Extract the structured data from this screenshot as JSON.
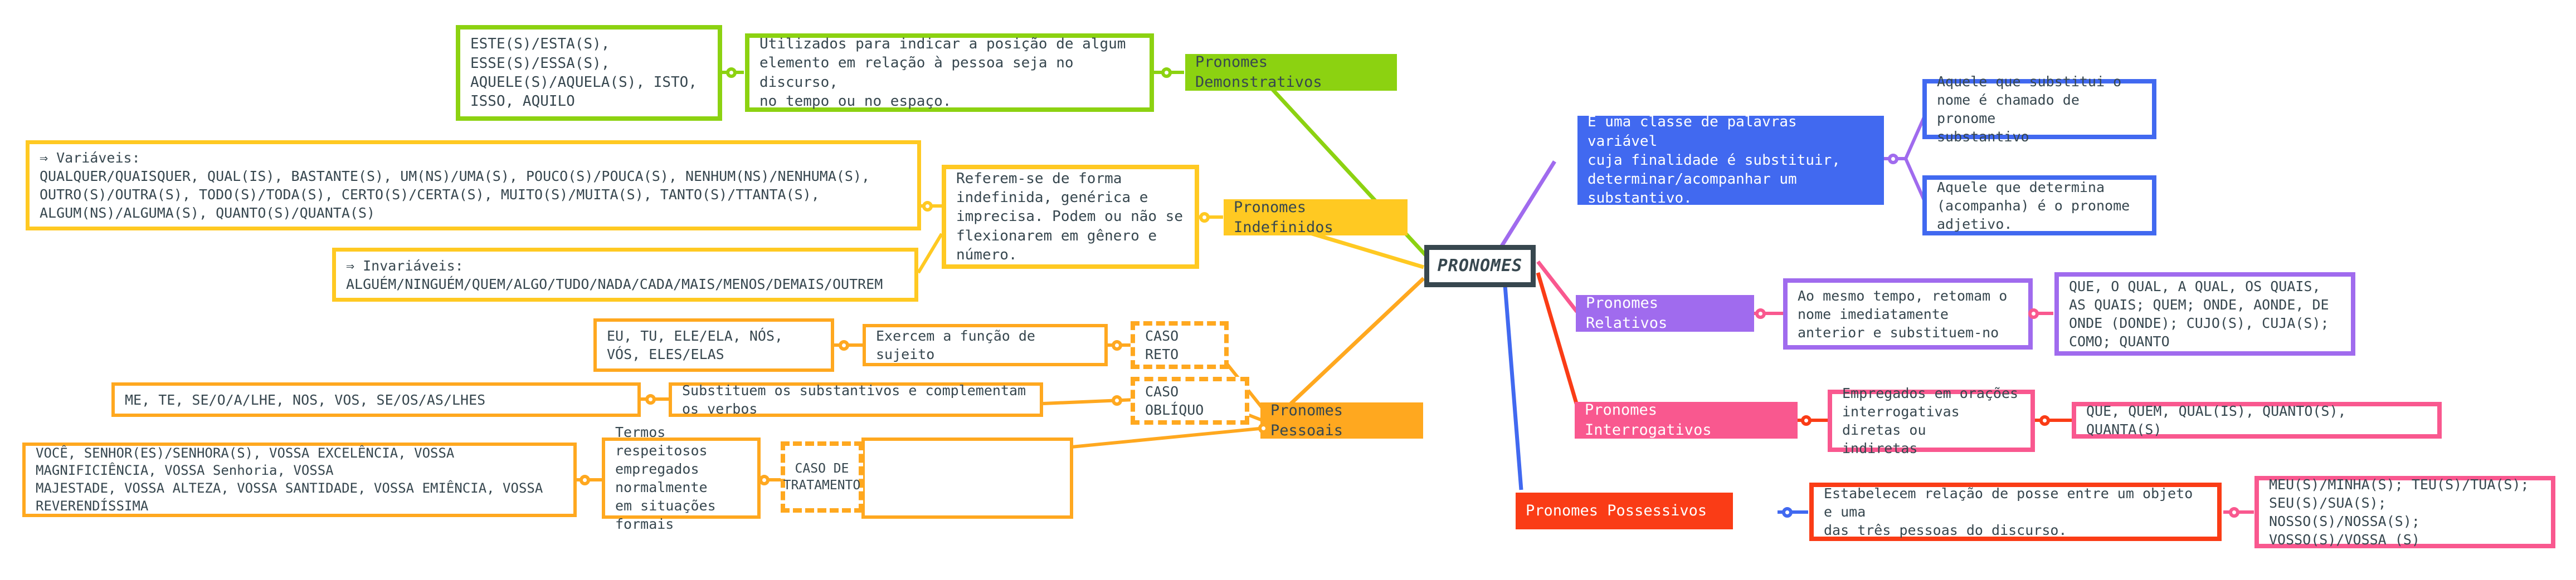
{
  "diagram": {
    "title": "PRONOMES",
    "type": "mind-map",
    "center_label": "PRONOMES"
  },
  "colors": {
    "green": "#8CD211",
    "yellow": "#FFC922",
    "orange": "#FFA81F",
    "blue": "#4169F0",
    "purple": "#A06BEE",
    "pink": "#F9588F",
    "red_orange": "#FA3C16",
    "ink": "#37474f",
    "white": "#ffffff"
  },
  "branches": {
    "demonstrativos": {
      "label": "Pronomes Demonstrativos",
      "color": "#8CD211",
      "definition": "Utilizados para indicar a posição de algum\nelemento em relação à pessoa seja no discurso,\nno tempo ou no espaço.",
      "examples": "ESTE(S)/ESTA(S),\nESSE(S)/ESSA(S),\nAQUELE(S)/AQUELA(S), ISTO,\nISSO, AQUILO"
    },
    "indefinidos": {
      "label": "Pronomes Indefinidos",
      "color": "#FFC922",
      "definition": "Referem-se de forma\nindefinida, genérica e\nimprecisa. Podem ou não se\nflexionarem em gênero e\nnúmero.",
      "variaveis": "⇒ Variáveis:\nQUALQUER/QUAISQUER, QUAL(IS), BASTANTE(S), UM(NS)/UMA(S), POUCO(S)/POUCA(S), NENHUM(NS)/NENHUMA(S),\nOUTRO(S)/OUTRA(S), TODO(S)/TODA(S), CERTO(S)/CERTA(S), MUITO(S)/MUITA(S), TANTO(S)/TTANTA(S),\nALGUM(NS)/ALGUMA(S), QUANTO(S)/QUANTA(S)",
      "invariaveis": "⇒ Invariáveis:\nALGUÉM/NINGUÉM/QUEM/ALGO/TUDO/NADA/CADA/MAIS/MENOS/DEMAIS/OUTREM"
    },
    "pessoais": {
      "label": "Pronomes Pessoais",
      "color": "#FFA81F",
      "caso_reto": {
        "label": "CASO RETO",
        "function": "Exercem a função de sujeito",
        "examples": "EU, TU, ELE/ELA, NÓS,\nVÓS, ELES/ELAS"
      },
      "caso_obliquo": {
        "label": "CASO OBLÍQUO",
        "function": "Substituem os substantivos e complementam os verbos",
        "examples": "ME, TE, SE/O/A/LHE, NOS, VOS, SE/OS/AS/LHES"
      },
      "caso_tratamento": {
        "label": "CASO DE\nTRATAMENTO",
        "function": "Termos respeitosos\nempregados normalmente\nem situações formais",
        "examples": "VOCÊ, SENHOR(ES)/SENHORA(S), VOSSA EXCELÊNCIA, VOSSA MAGNIFICIÊNCIA, VOSSA Senhoria, VOSSA\nMAJESTADE, VOSSA ALTEZA, VOSSA SANTIDADE, VOSSA EMIÊNCIA, VOSSA REVERENDÍSSIMA"
      }
    },
    "definicao_geral": {
      "color": "#4169F0",
      "text": "É uma classe de palavras variável\ncuja finalidade é substituir,\ndeterminar/acompanhar um\nsubstantivo.",
      "sub_substantivo": "Aquele que substitui o\nnome é chamado de pronome\nsubstantivo",
      "sub_adjetivo": "Aquele que determina\n(acompanha) é o pronome\nadjetivo."
    },
    "relativos": {
      "label": "Pronomes Relativos",
      "color": "#A06BEE",
      "definition": "Ao mesmo tempo, retomam o\nnome imediatamente\nanterior e substituem-no",
      "examples": "QUE, O QUAL, A QUAL, OS QUAIS,\nAS QUAIS; QUEM; ONDE, AONDE, DE\nONDE (DONDE); CUJO(S), CUJA(S);\nCOMO; QUANTO"
    },
    "interrogativos": {
      "label": "Pronomes Interrogativos",
      "color": "#F9588F",
      "definition": "Empregados em orações\ninterrogativas diretas ou\nindiretas",
      "examples": "QUE, QUEM, QUAL(IS), QUANTO(S), QUANTA(S)"
    },
    "possessivos": {
      "label": "Pronomes Possessivos",
      "color": "#FA3C16",
      "definition": "Estabelecem relação de posse entre um objeto e uma\ndas três pessoas do discurso.",
      "examples": "MEU(S)/MINHA(S); TEU(S)/TUA(S);\nSEU(S)/SUA(S); NOSSO(S)/NOSSA(S);\nVOSSO(S)/VOSSA (S)"
    }
  }
}
